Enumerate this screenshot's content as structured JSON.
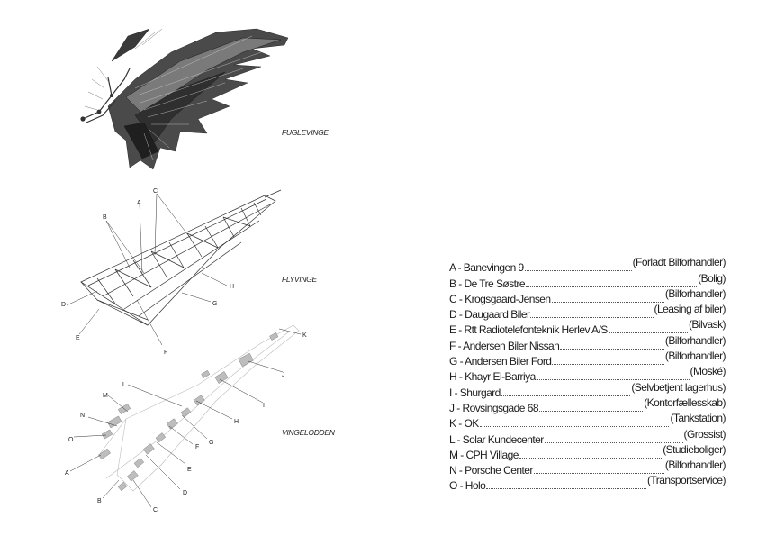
{
  "figures": {
    "bird_wing": {
      "caption": "FUGLEVINGE"
    },
    "plane_wing": {
      "caption": "FLYVINGE",
      "labels": [
        "A",
        "B",
        "C",
        "D",
        "E",
        "F",
        "G",
        "H"
      ]
    },
    "site_map": {
      "caption": "VINGELODDEN",
      "labels": [
        "K",
        "J",
        "I",
        "H",
        "G",
        "F",
        "E",
        "D",
        "C",
        "B",
        "A",
        "O",
        "N",
        "M",
        "L"
      ]
    }
  },
  "legend": [
    {
      "name": "A - Banevingen 9",
      "category": "(Forladt Bilforhandler)"
    },
    {
      "name": "B - De Tre Søstre",
      "category": "(Bolig)"
    },
    {
      "name": "C - Krogsgaard-Jensen",
      "category": "(Bilforhandler)"
    },
    {
      "name": "D - Daugaard Biler",
      "category": "(Leasing af biler)"
    },
    {
      "name": "E - Rtt Radiotelefonteknik Herlev A/S",
      "category": "(Bilvask)"
    },
    {
      "name": "F - Andersen Biler Nissan",
      "category": "(Bilforhandler)"
    },
    {
      "name": "G - Andersen Biler Ford",
      "category": "(Bilforhandler)"
    },
    {
      "name": "H - Khayr El-Barriya",
      "category": "(Moské)"
    },
    {
      "name": "I - Shurgard",
      "category": "(Selvbetjent lagerhus)"
    },
    {
      "name": "J - Rovsingsgade 68",
      "category": "(Kontorfællesskab)"
    },
    {
      "name": "K - OK",
      "category": "(Tankstation)"
    },
    {
      "name": "L -  Solar Kundecenter",
      "category": "(Grossist)"
    },
    {
      "name": "M - CPH Village",
      "category": "(Studieboliger)"
    },
    {
      "name": "N - Porsche Center",
      "category": "(Bilforhandler)"
    },
    {
      "name": "O - Holo",
      "category": "(Transportservice)"
    }
  ]
}
